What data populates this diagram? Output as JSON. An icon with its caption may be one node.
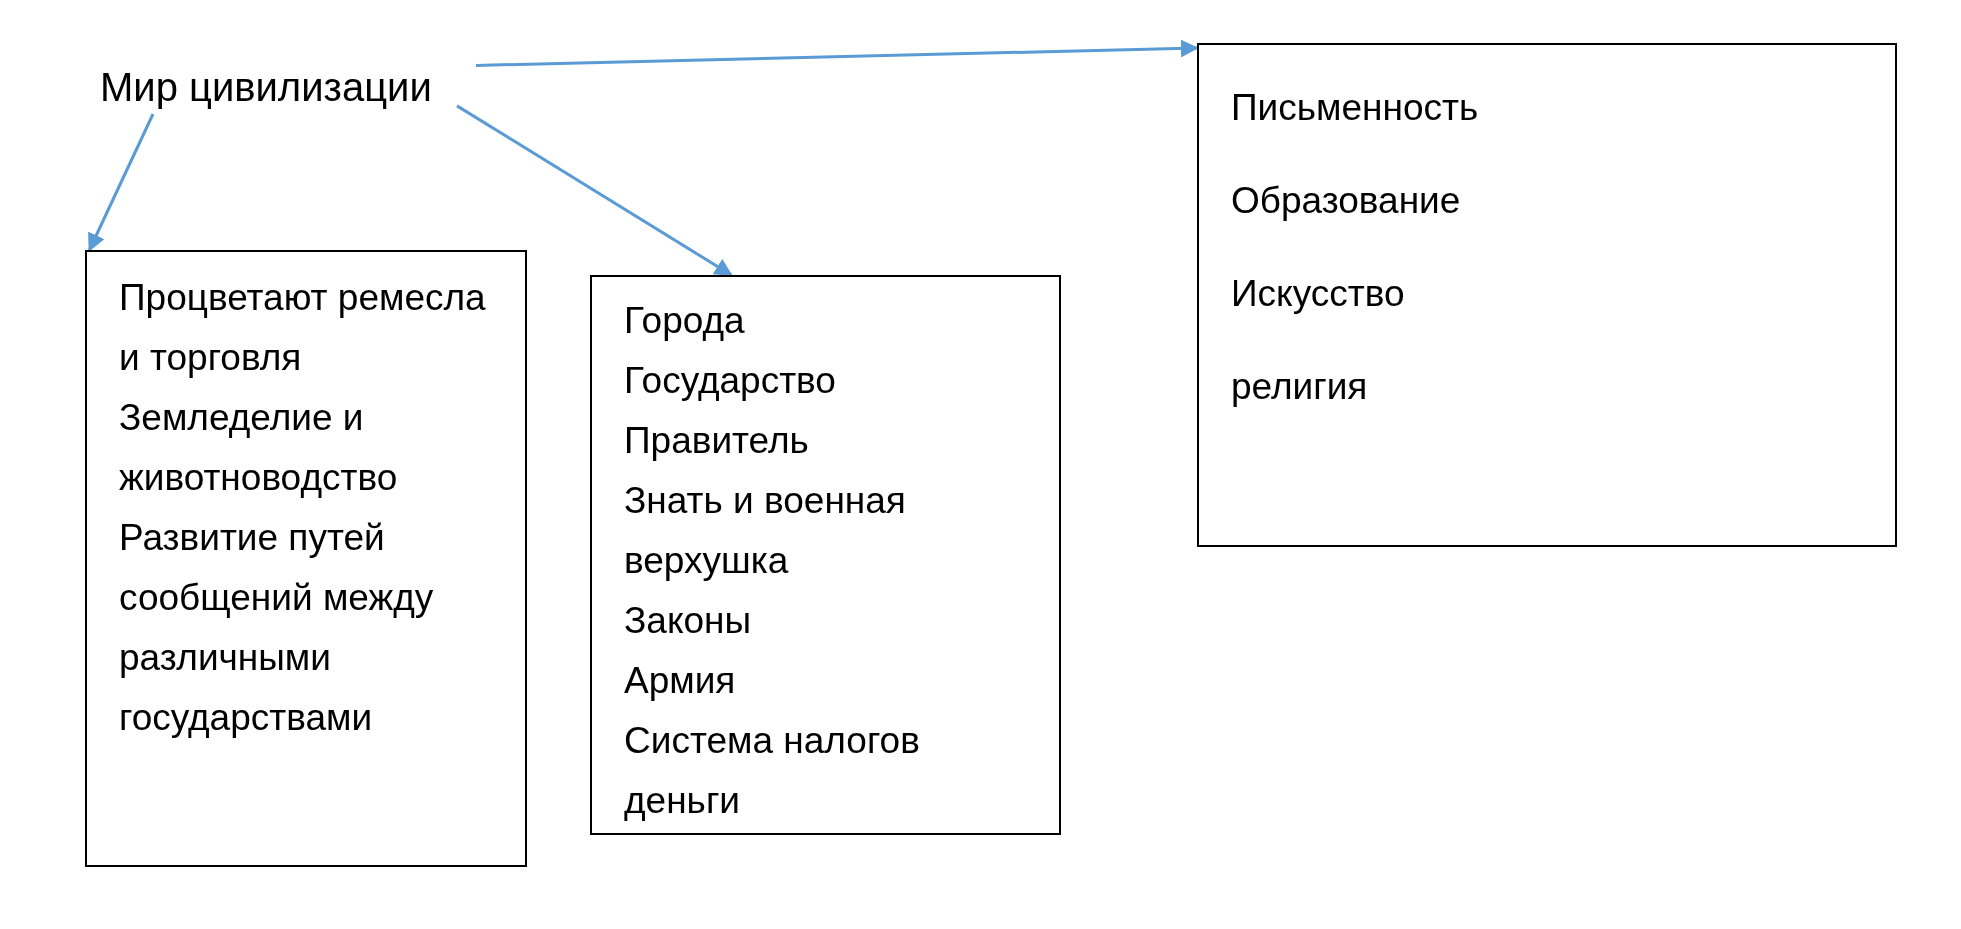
{
  "diagram": {
    "nodes": [
      {
        "text": [
          "Мир цивилизации"
        ]
      },
      {
        "text": [
          "Процветают ремесла и торговля",
          "Земледелие и животноводство",
          "Развитие путей сообщений между различными государствами"
        ]
      },
      {
        "text": [
          "Города",
          "Государство",
          "Правитель",
          "Знать и военная верхушка",
          "Законы",
          "Армия",
          "Система налогов",
          "деньги"
        ]
      },
      {
        "text": [
          "Письменность",
          "Образование",
          "Искусство",
          "религия"
        ]
      }
    ],
    "edges": [
      {
        "from": 0,
        "to": 1,
        "arrow": "to"
      },
      {
        "from": 0,
        "to": 2,
        "arrow": "to"
      },
      {
        "from": 0,
        "to": 3,
        "arrow": "to"
      }
    ]
  }
}
